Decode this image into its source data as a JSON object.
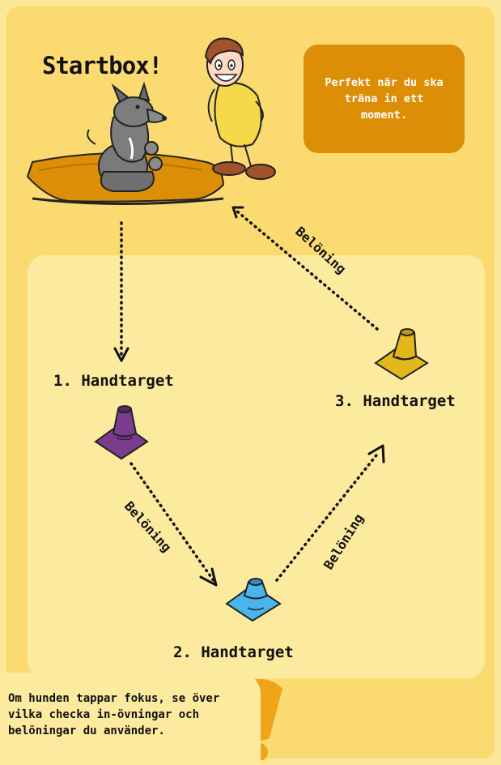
{
  "title": "Startbox!",
  "note": "Perfekt när du ska träna in ett moment.",
  "targets": [
    {
      "label": "1. Handtarget",
      "color": "#7b3c8e"
    },
    {
      "label": "2. Handtarget",
      "color": "#4ab5ec"
    },
    {
      "label": "3. Handtarget",
      "color": "#e3b81c"
    }
  ],
  "reward_label": "Belöning",
  "tip": "Om hunden tappar fokus, se över vilka checka in-övningar och belöningar du använder.",
  "colors": {
    "background": "#fbdb71",
    "inner_panel": "#fcea9f",
    "note_box": "#dc8f06",
    "mat": "#dc8f06",
    "exclamation": "#f0a41a"
  }
}
